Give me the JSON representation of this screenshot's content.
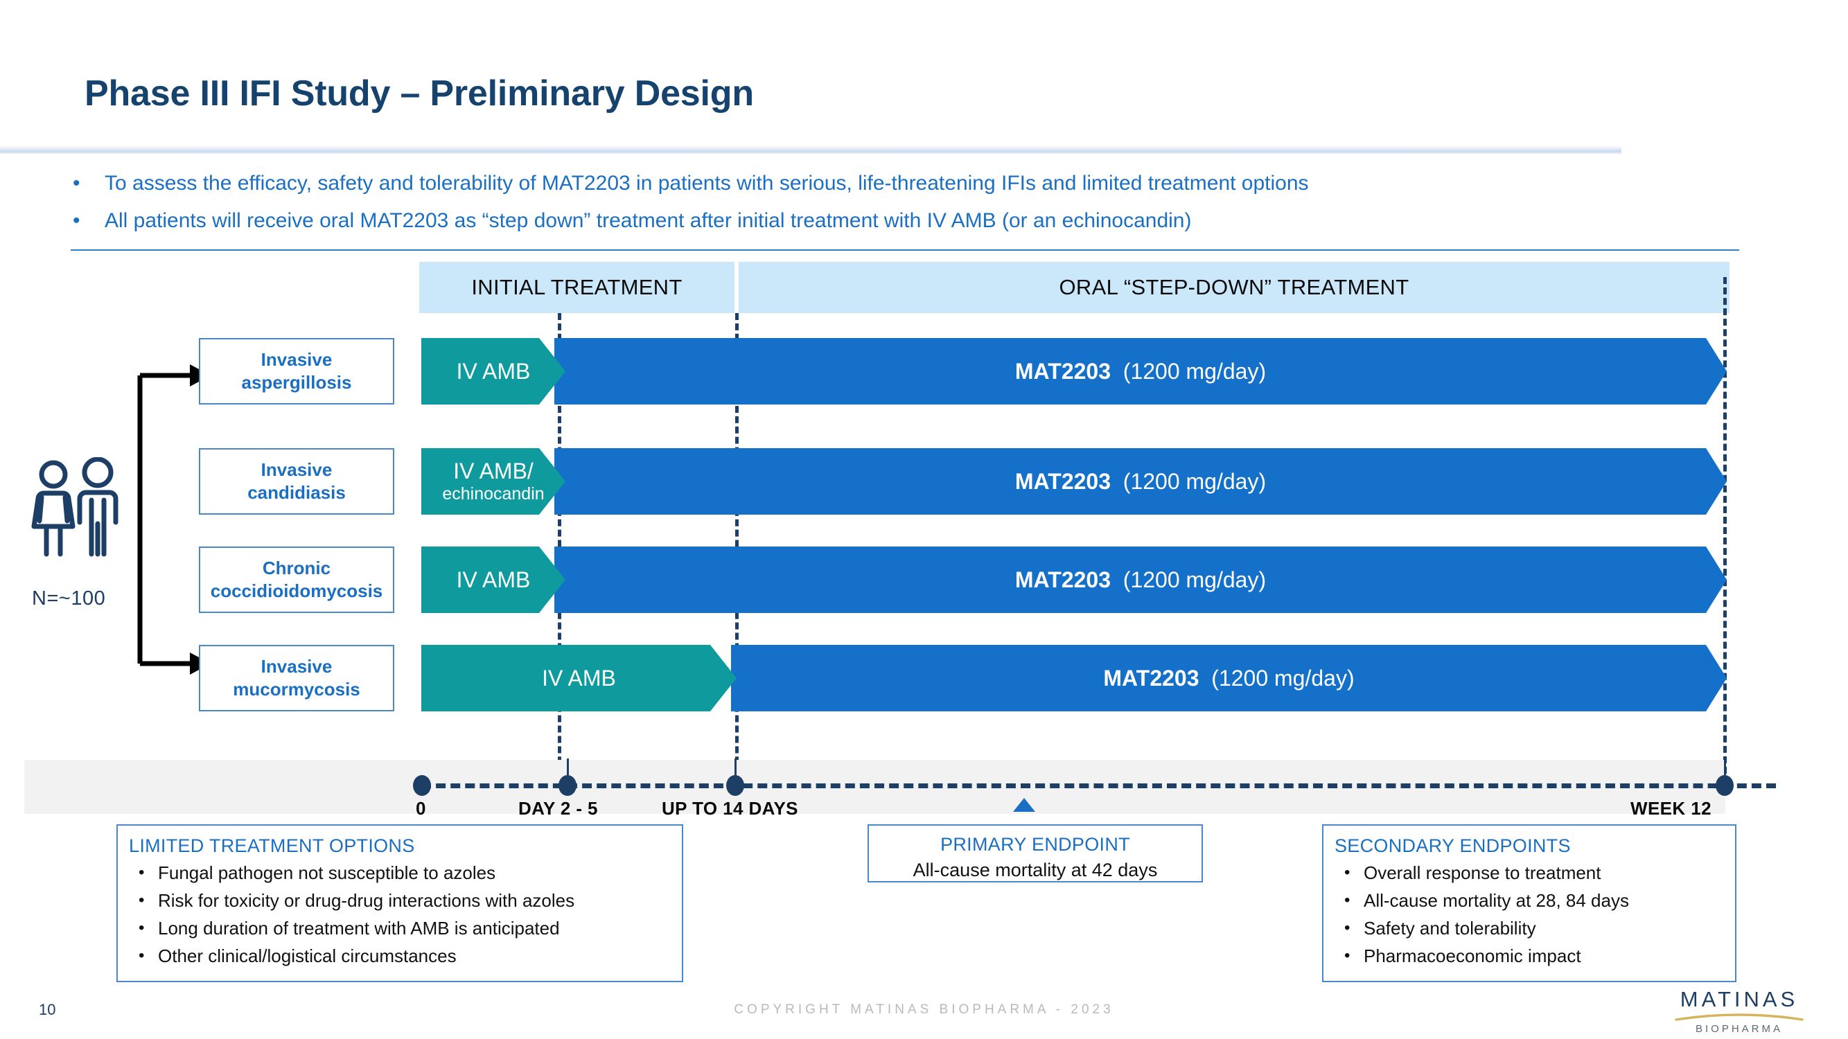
{
  "slide": {
    "title": "Phase III IFI Study – Preliminary Design",
    "bullets": [
      "To assess the efficacy, safety and tolerability of MAT2203 in patients with serious, life-threatening IFIs and limited treatment options",
      "All patients will receive oral MAT2203 as “step down” treatment after initial treatment with IV AMB (or an echinocandin)"
    ],
    "bullet_marker": "•"
  },
  "phase_headers": {
    "initial": "INITIAL TREATMENT",
    "oral": "ORAL “STEP-DOWN” TREATMENT"
  },
  "cohort": {
    "n_label": "N=~100"
  },
  "arms": [
    {
      "disease_line1": "Invasive",
      "disease_line2": "aspergillosis",
      "initial_line1": "IV AMB",
      "initial_line2": "",
      "stepdown_drug": "MAT2203",
      "stepdown_dose": "(1200 mg/day)"
    },
    {
      "disease_line1": "Invasive",
      "disease_line2": "candidiasis",
      "initial_line1": "IV AMB/",
      "initial_line2": "echinocandin",
      "stepdown_drug": "MAT2203",
      "stepdown_dose": "(1200 mg/day)"
    },
    {
      "disease_line1": "Chronic",
      "disease_line2": "coccidioidomycosis",
      "initial_line1": "IV AMB",
      "initial_line2": "",
      "stepdown_drug": "MAT2203",
      "stepdown_dose": "(1200 mg/day)"
    },
    {
      "disease_line1": "Invasive",
      "disease_line2": "mucormycosis",
      "initial_line1": "IV AMB",
      "initial_line2": "",
      "stepdown_drug": "MAT2203",
      "stepdown_dose": "(1200 mg/day)"
    }
  ],
  "timeline": {
    "ticks": [
      {
        "label": "0"
      },
      {
        "label": "DAY 2 - 5"
      },
      {
        "label": "UP TO 14 DAYS"
      },
      {
        "label": "WEEK 12"
      }
    ]
  },
  "callouts": {
    "limited": {
      "heading": "LIMITED TREATMENT OPTIONS",
      "items": [
        "Fungal pathogen not susceptible to azoles",
        "Risk for toxicity or drug-drug interactions with azoles",
        "Long duration of treatment with AMB is anticipated",
        "Other clinical/logistical circumstances"
      ]
    },
    "primary": {
      "heading": "PRIMARY ENDPOINT",
      "text": "All-cause mortality at 42 days"
    },
    "secondary": {
      "heading": "SECONDARY ENDPOINTS",
      "items": [
        "Overall response to treatment",
        "All-cause mortality at 28, 84 days",
        "Safety and tolerability",
        "Pharmacoeconomic impact"
      ]
    }
  },
  "footer": {
    "page_number": "10",
    "copyright": "COPYRIGHT MATINAS BIOPHARMA - 2023",
    "logo_name": "MATINAS",
    "logo_sub": "BIOPHARMA"
  },
  "colors": {
    "title_navy": "#15436e",
    "bullet_blue": "#1b6fc2",
    "band_blue": "#cbe8fa",
    "teal": "#0f9a9e",
    "arrow_blue": "#1470c8",
    "dash_navy": "#1d3f66",
    "box_border": "#4a87c8",
    "logo_gold": "#d6b45c"
  }
}
